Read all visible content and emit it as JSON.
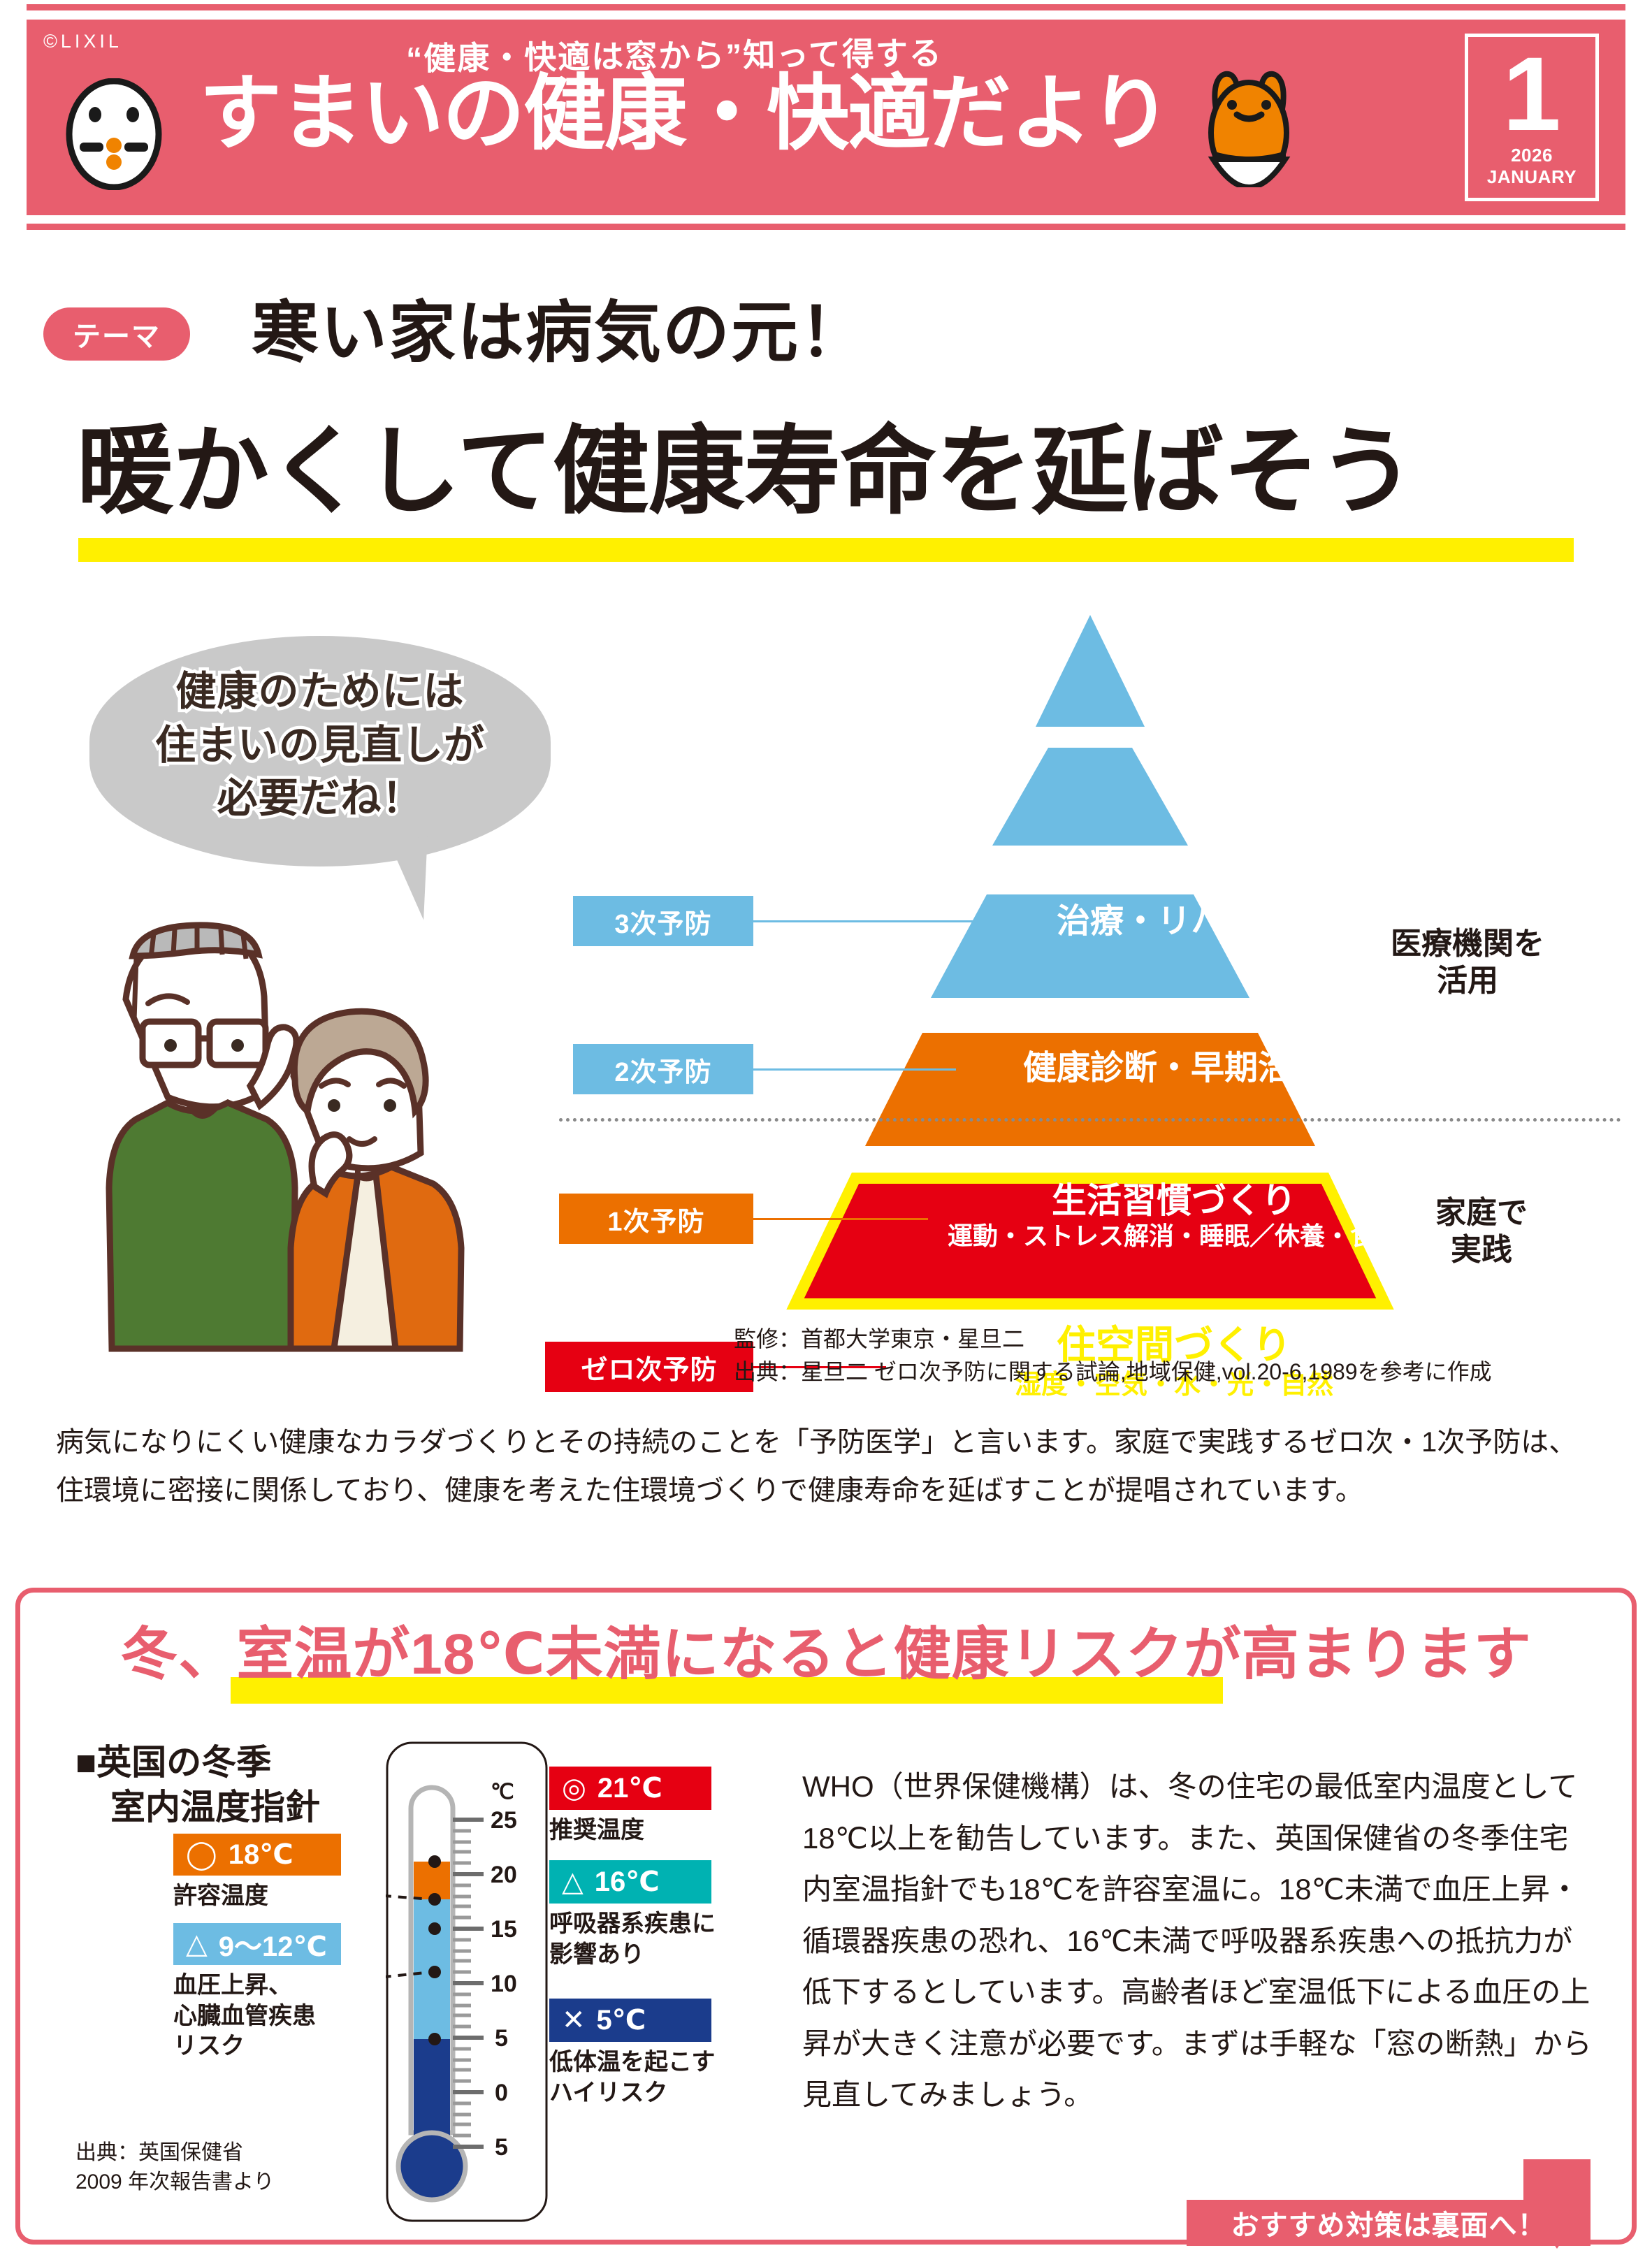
{
  "header": {
    "copyright": "©LIXIL",
    "subtitle": "“健康・快適は窓から”知って得する",
    "title": "すまいの健康・快適だより",
    "month_number": "1",
    "month_label": "2026 JANUARY",
    "brand_color": "#E85E6E",
    "bird_icon": "chick-mascot-icon",
    "frog_icon": "frog-mascot-icon"
  },
  "theme": {
    "badge": "テーマ",
    "line1": "寒い家は病気の元！",
    "line2": "暖かくして健康寿命を延ばそう",
    "highlight_color": "#FFF000"
  },
  "speech_bubble": {
    "line1": "健康のためには",
    "line2": "住まいの見直しが",
    "line3": "必要だね！"
  },
  "illustration": {
    "name": "elderly-couple-illustration"
  },
  "chart_data": {
    "type": "pyramid",
    "title": "予防医学ピラミッド",
    "tiers": [
      {
        "tag": "3次予防",
        "label": "治療・リハビリ",
        "sub": "",
        "color": "#6DBCE3",
        "tag_color": "#6DBCE3",
        "text_color": "#FFFFFF"
      },
      {
        "tag": "2次予防",
        "label": "健康診断・早期治療",
        "sub": "",
        "color": "#6DBCE3",
        "tag_color": "#6DBCE3",
        "text_color": "#FFFFFF"
      },
      {
        "tag": "1次予防",
        "label": "生活習慣づくり",
        "sub": "運動・ストレス解消・睡眠／休養・食事",
        "color": "#EC7000",
        "tag_color": "#EC7000",
        "text_color": "#FFFFFF"
      },
      {
        "tag": "ゼロ次予防",
        "label": "住空間づくり",
        "sub": "湿度・空気・水・光・自然",
        "color": "#E60012",
        "tag_color": "#E60012",
        "text_color": "#FFF000"
      }
    ],
    "side_notes": [
      {
        "text": "医療機関を\n活用",
        "line1": "医療機関を",
        "line2": "活用"
      },
      {
        "text": "家庭で\n実践",
        "line1": "家庭で",
        "line2": "実践"
      }
    ],
    "divider": "dotted",
    "sources": [
      "監修：首都大学東京・星旦二",
      "出典：星旦二 ゼロ次予防に関する試論,地域保健,vol.20-6,1989を参考に作成"
    ]
  },
  "body_paragraph": "病気になりにくい健康なカラダづくりとその持続のことを「予防医学」と言います。家庭で実践するゼロ次・1次予防は、住環境に密接に関係しており、健康を考えた住環境づくりで健康寿命を延ばすことが提唱されています。",
  "panel": {
    "title_pre": "冬、",
    "title": "冬、室温が18℃未満になると健康リスクが高まります",
    "border_color": "#E85E6E"
  },
  "thermometer_section": {
    "heading_line1": "■英国の冬季",
    "heading_line2": "　室内温度指針",
    "source_line1": "出典：英国保健省",
    "source_line2": "2009 年次報告書より",
    "scale_unit": "℃",
    "scale_ticks": [
      "25",
      "20",
      "15",
      "10",
      "5",
      "0",
      "5"
    ],
    "bands": [
      {
        "name": "orange-band",
        "color": "#EC7000",
        "from": 18,
        "to": 21
      },
      {
        "name": "lightblue-band",
        "color": "#6DBCE3",
        "from": 5,
        "to": 18
      },
      {
        "name": "darkblue-band",
        "color": "#1B3C8C",
        "from": -7,
        "to": 5
      }
    ],
    "left_markers": [
      {
        "mark": "◯",
        "value": "18℃",
        "color": "#EC7000",
        "caption_lines": [
          "許容温度"
        ]
      },
      {
        "mark": "△",
        "value": "9〜12℃",
        "color": "#6DBCE3",
        "caption_lines": [
          "血圧上昇、",
          "心臓血管疾患",
          "リスク"
        ]
      }
    ],
    "right_markers": [
      {
        "mark": "◎",
        "value": "21℃",
        "color": "#E60012",
        "caption_lines": [
          "推奨温度"
        ]
      },
      {
        "mark": "△",
        "value": "16℃",
        "color": "#00B2B2",
        "caption_lines": [
          "呼吸器系疾患に",
          "影響あり"
        ]
      },
      {
        "mark": "✕",
        "value": "5℃",
        "color": "#1B3C8C",
        "caption_lines": [
          "低体温を起こす",
          "ハイリスク"
        ]
      }
    ]
  },
  "who_text": "WHO（世界保健機構）は、冬の住宅の最低室内温度として18℃以上を勧告しています。また、英国保健省の冬季住宅内室温指針でも18℃を許容室温に。18℃未満で血圧上昇・循環器疾患の恐れ、16℃未満で呼吸器系疾患への抵抗力が低下するとしています。高齢者ほど室温低下による血圧の上昇が大きく注意が必要です。まずは手軽な「窓の断熱」から見直してみましょう。",
  "ribbon": {
    "label": "おすすめ対策は裏面へ！",
    "color": "#E85E6E"
  }
}
